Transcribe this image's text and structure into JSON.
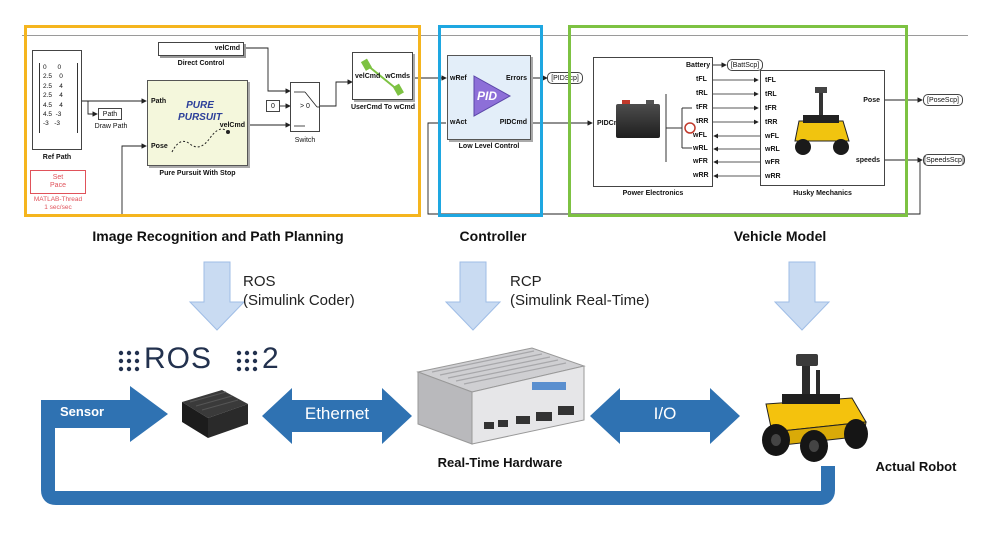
{
  "simulink": {
    "ref_path": {
      "matrix_rows": [
        "0      0",
        "2.5    0",
        "2.5    4",
        "2.5    4",
        "4.5    4",
        "4.5  -3",
        "-3   -3"
      ],
      "label": "Ref Path"
    },
    "set_pace": {
      "line1": "Set",
      "line2": "Pace",
      "caption_line1": "MATLAB-Thread",
      "caption_line2": "1 sec/sec"
    },
    "draw_path": {
      "block": "Path",
      "label": "Draw Path"
    },
    "direct_control": {
      "port": "velCmd",
      "label": "Direct Control"
    },
    "pure_pursuit": {
      "title_line1": "PURE",
      "title_line2": "PURSUIT",
      "port_path": "Path",
      "port_pose": "Pose",
      "port_velcmd": "velCmd",
      "label": "Pure Pursuit With Stop"
    },
    "constant": {
      "value": "0"
    },
    "switch": {
      "symbol": "> 0",
      "label": "Switch"
    },
    "usercmd": {
      "port_in": "velCmd",
      "port_out": "wCmds",
      "label": "UserCmd To wCmd"
    },
    "pid": {
      "logo": "PID",
      "port_wref": "wRef",
      "port_wact": "wAct",
      "port_errors": "Errors",
      "port_pidcmd": "PIDCmd",
      "goto": "[PIDScp]",
      "label": "Low Level Control"
    },
    "power_electronics": {
      "port_in": "PIDCmd",
      "label": "Power Electronics"
    },
    "signals_left": [
      "Battery",
      "tFL",
      "tRL",
      "tFR",
      "tRR",
      "wFL",
      "wRL",
      "wFR",
      "wRR"
    ],
    "signals_right": [
      "tFL",
      "tRL",
      "tFR",
      "tRR",
      "wFL",
      "wRL",
      "wFR",
      "wRR"
    ],
    "batt_scope": "[BattScp]",
    "husky": {
      "port_pose": "Pose",
      "port_speeds": "speeds",
      "label": "Husky Mechanics"
    },
    "pose_scope": "[PoseScp]",
    "speeds_scope": "[SpeedsScp]"
  },
  "captions": {
    "planning": "Image  Recognition and Path Planning",
    "controller": "Controller",
    "vehicle": "Vehicle Model"
  },
  "deploy": {
    "ros_line1": "ROS",
    "ros_line2": "(Simulink Coder)",
    "rcp_line1": "RCP",
    "rcp_line2": "(Simulink Real-Time)"
  },
  "logos": {
    "ros": "ROS",
    "ros2": "2"
  },
  "links": {
    "ethernet": "Ethernet",
    "io": "I/O",
    "sensor": "Sensor"
  },
  "hardware_label": "Real-Time Hardware",
  "robot_label": "Actual Robot",
  "colors": {
    "planning_box": "#F5B51E",
    "controller_box": "#1EA7E1",
    "vehicle_box": "#7DC242",
    "flow": "#2F72B2",
    "deploy_arrow": "#C9DBF2"
  }
}
